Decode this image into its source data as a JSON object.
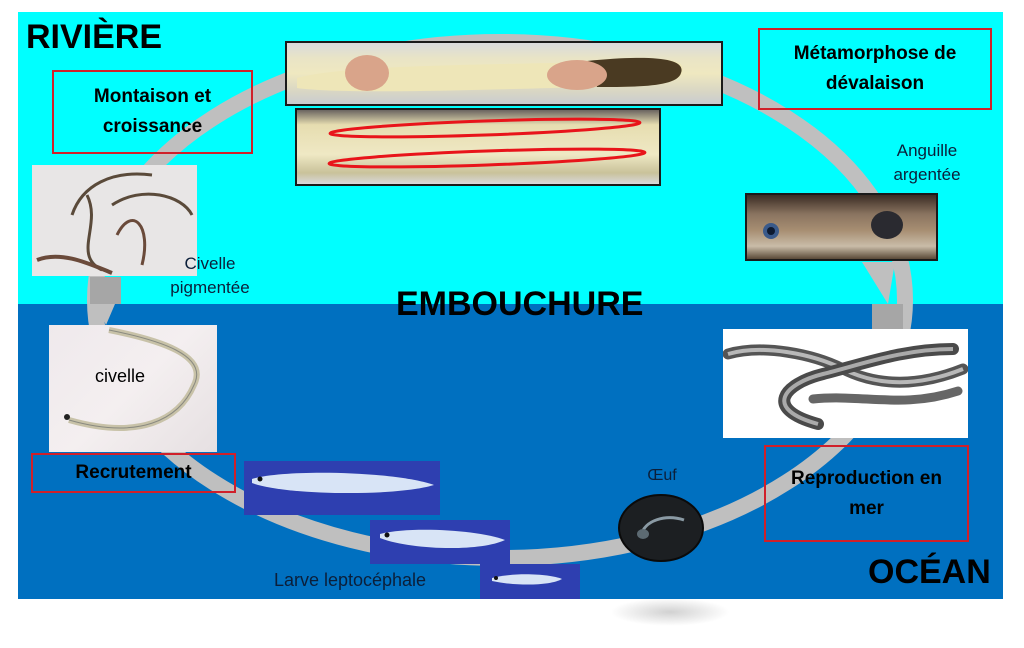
{
  "zones": {
    "river": "RIVIÈRE",
    "estuary": "EMBOUCHURE",
    "ocean": "OCÉAN"
  },
  "stages": {
    "upstream_growth": "Montaison et croissance",
    "downstream_metamorphosis": "Métamorphose de dévalaison",
    "recruitment": "Recrutement",
    "sea_reproduction": "Reproduction en mer"
  },
  "captions": {
    "silver_eel": "Anguille argentée",
    "pigmented_glass_eel": "Civelle pigmentée",
    "glass_eel": "civelle",
    "egg": "Œuf",
    "larva": "Larve leptocéphale"
  },
  "colors": {
    "river": "#00ffff",
    "ocean": "#0070c0",
    "stage_border": "#d0202a",
    "cycle_ring": "#bfbfbf",
    "larva_bg": "#2e3fb0"
  }
}
